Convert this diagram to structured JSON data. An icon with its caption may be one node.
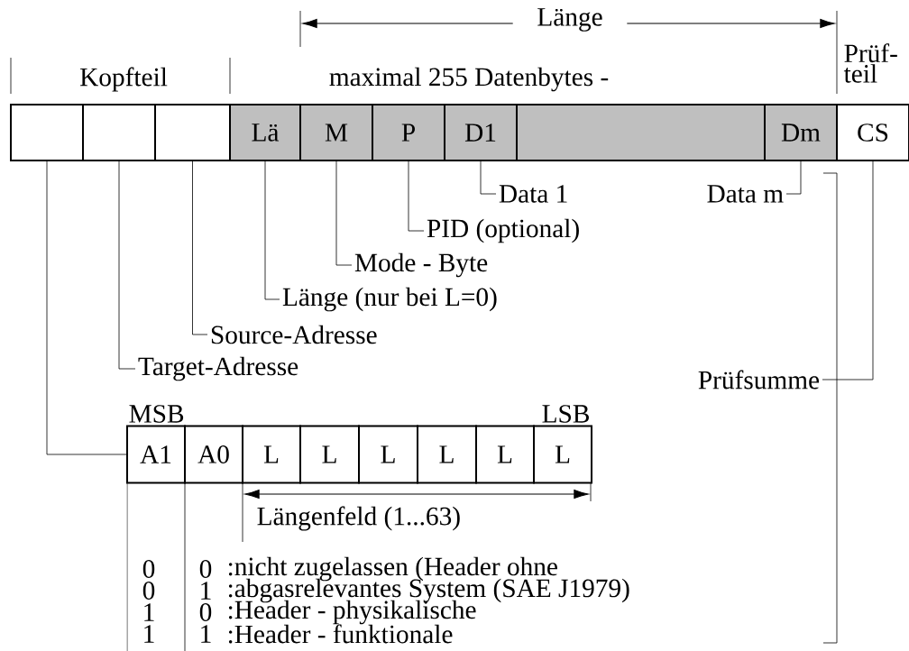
{
  "diagram": {
    "nodes": [
      {
        "text": [],
        "shape": "box"
      },
      {
        "text": [],
        "shape": "box"
      },
      {
        "text": [],
        "shape": "box"
      },
      {
        "text": [
          "Lä"
        ]
      },
      {
        "text": [
          "M"
        ]
      },
      {
        "text": [
          "P"
        ]
      },
      {
        "text": [
          "D1"
        ]
      },
      {
        "text": [],
        "shape": "box"
      },
      {
        "text": [
          "Dm"
        ]
      },
      {
        "text": [
          "CS"
        ]
      },
      {
        "text": [
          "Data 1"
        ]
      },
      {
        "text": [
          "Data m"
        ]
      },
      {
        "text": [
          "PID (optional)"
        ]
      },
      {
        "text": [
          "Mode - Byte"
        ]
      },
      {
        "text": [
          "Länge (nur bei L=0)"
        ]
      },
      {
        "text": [
          "Source-Adresse"
        ]
      },
      {
        "text": [
          "Target-Adresse"
        ]
      },
      {
        "text": [
          "Prüfsumme"
        ]
      },
      {
        "text": [
          "A1"
        ]
      },
      {
        "text": [
          "A0"
        ]
      },
      {
        "text": [
          "L"
        ]
      },
      {
        "text": [
          "L"
        ]
      },
      {
        "text": [
          "L"
        ]
      },
      {
        "text": [
          "L"
        ]
      },
      {
        "text": [
          "L"
        ]
      },
      {
        "text": [
          "L"
        ]
      }
    ],
    "edges": [
      {
        "from": 0,
        "to": 18,
        "arrow": "none"
      },
      {
        "from": 1,
        "to": 16,
        "arrow": "none"
      },
      {
        "from": 2,
        "to": 15,
        "arrow": "none"
      },
      {
        "from": 3,
        "to": 14,
        "arrow": "none"
      },
      {
        "from": 4,
        "to": 13,
        "arrow": "none"
      },
      {
        "from": 5,
        "to": 12,
        "arrow": "none"
      },
      {
        "from": 6,
        "to": 10,
        "arrow": "none"
      },
      {
        "from": 8,
        "to": 11,
        "arrow": "none"
      },
      {
        "from": 9,
        "to": 17,
        "arrow": "none"
      }
    ],
    "labels": [
      "Länge",
      "Kopfteil",
      "maximal 255 Datenbytes -",
      "Prüf- teil",
      "MSB",
      "LSB",
      "Längenfeld (1...63)",
      "0",
      "0",
      ":nicht zugelassen (Header ohne",
      "0",
      "1",
      ":abgasrelevantes System (SAE J1979)",
      "1",
      "0",
      ":Header - physikalische",
      "1",
      "1",
      ":Header - funktionale"
    ]
  }
}
